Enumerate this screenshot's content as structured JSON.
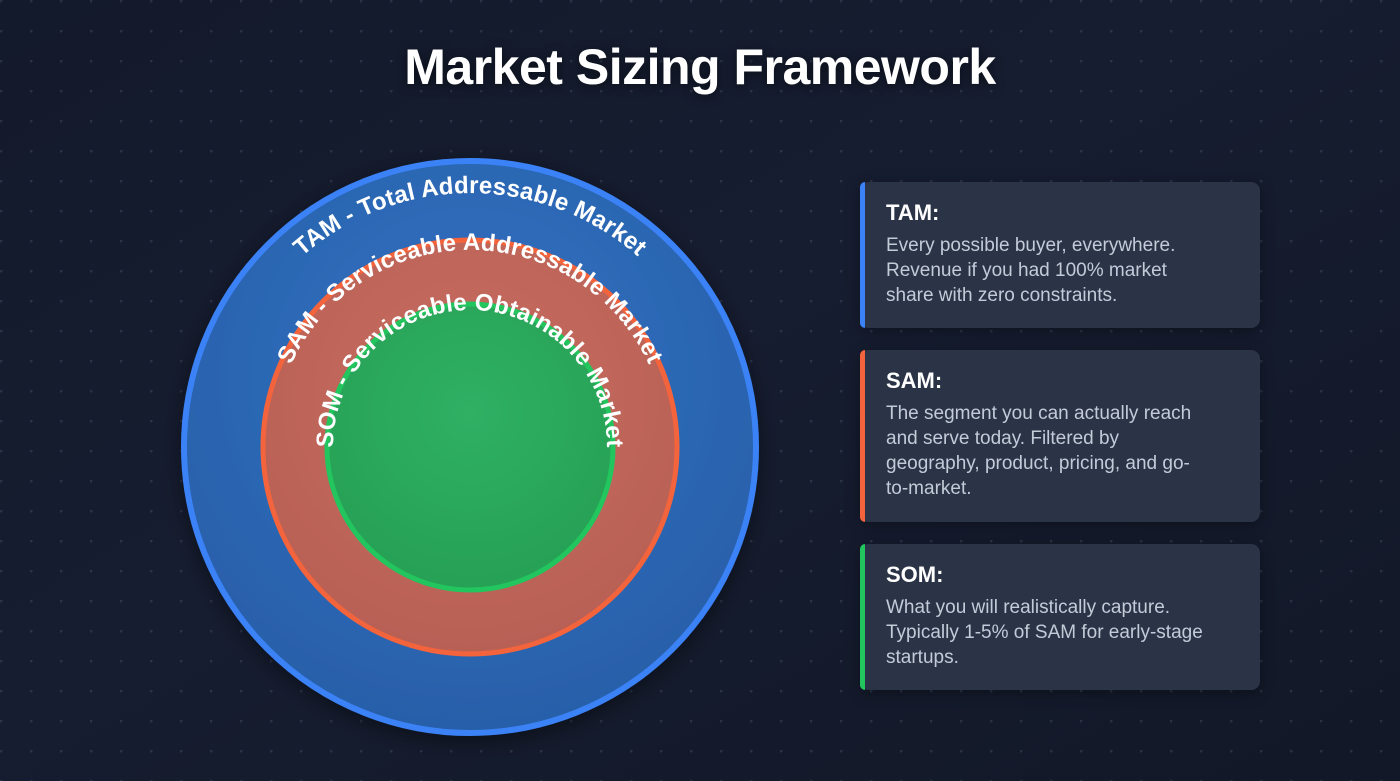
{
  "page": {
    "title": "Market Sizing Framework",
    "background_color": "#141b2d"
  },
  "diagram": {
    "name": "concentric-market-sizing-circles",
    "rings": [
      {
        "key": "tam",
        "label": "TAM - Total Addressable Market",
        "fill_color": "#2a67b5",
        "stroke_color": "#3b82f6"
      },
      {
        "key": "sam",
        "label": "SAM - Serviceable Addressable Market",
        "fill_color": "#c0655a",
        "stroke_color": "#f4643c"
      },
      {
        "key": "som",
        "label": "SOM - Serviceable Obtainable Market",
        "fill_color": "#2aa85a",
        "stroke_color": "#22c55e"
      }
    ]
  },
  "cards": [
    {
      "key": "tam",
      "title": "TAM:",
      "body": "Every possible buyer, everywhere. Revenue if you had 100% market share with zero constraints.",
      "accent_color": "#3b82f6"
    },
    {
      "key": "sam",
      "title": "SAM:",
      "body": "The segment you can actually reach and serve today. Filtered by geography, product, pricing, and go-to-market.",
      "accent_color": "#f4643c"
    },
    {
      "key": "som",
      "title": "SOM:",
      "body": "What you will realistically capture. Typically 1-5% of SAM for early-stage startups.",
      "accent_color": "#22c55e"
    }
  ]
}
